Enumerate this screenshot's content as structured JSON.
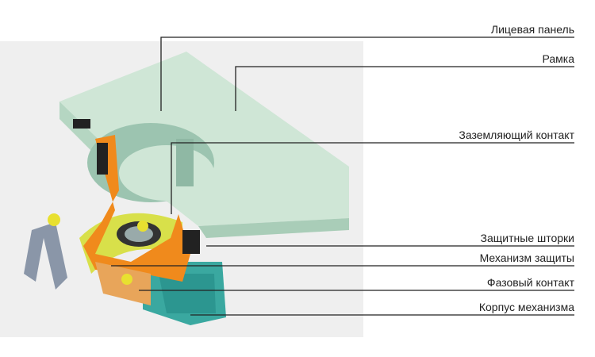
{
  "labels": [
    "Лицевая панель",
    "Рамка",
    "Заземляющий контакт",
    "Защитные шторки",
    "Механизм защиты",
    "Фазовый контакт",
    "Корпус механизма"
  ],
  "colors": {
    "panel": "#cfe6d6",
    "body": "#3aa8a0",
    "contact": "#f08a1c",
    "mechanism": "#d8e04a"
  }
}
